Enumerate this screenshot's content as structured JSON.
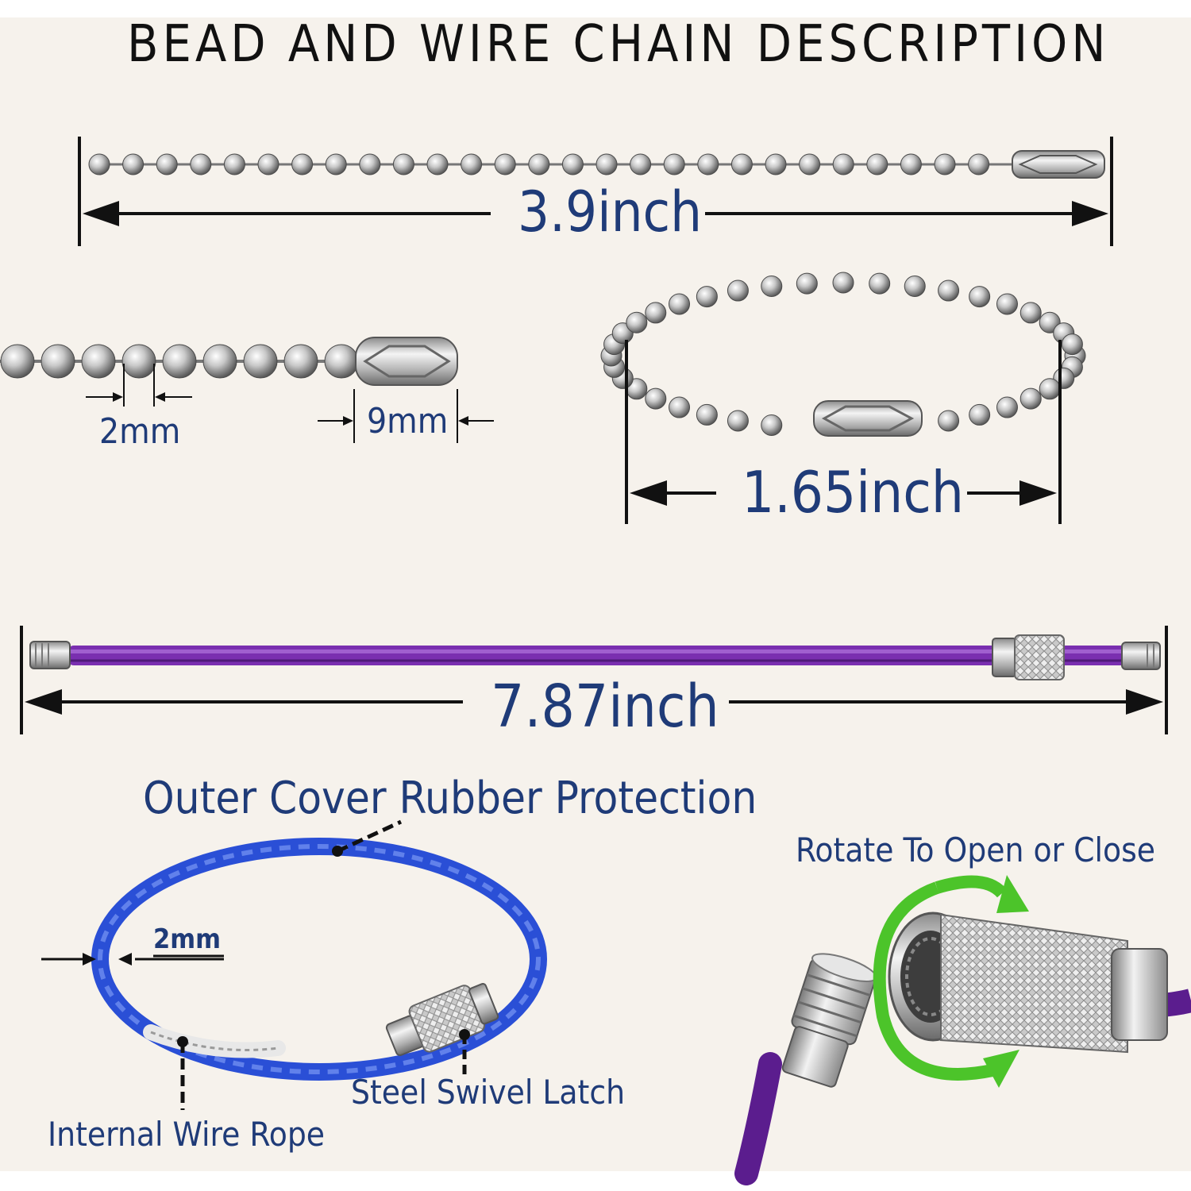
{
  "title": "BEAD AND WIRE CHAIN DESCRIPTION",
  "measurements": {
    "bead_chain_length": "3.9inch",
    "bead_diameter": "2mm",
    "connector_length": "9mm",
    "loop_width": "1.65inch",
    "wire_length": "7.87inch"
  },
  "callouts": {
    "outer_cover": "Outer Cover Rubber Protection",
    "ring_thickness": "2mm",
    "latch": "Steel Swivel Latch",
    "inner_wire": "Internal Wire Rope",
    "rotate": "Rotate To Open or Close"
  },
  "colors": {
    "background": "#f6f2ec",
    "label_blue": "#1f3b78",
    "ring_blue": "#2a4fd6",
    "wire_purple": "#7a2fb0",
    "rotate_arrow": "#4cc42a"
  }
}
